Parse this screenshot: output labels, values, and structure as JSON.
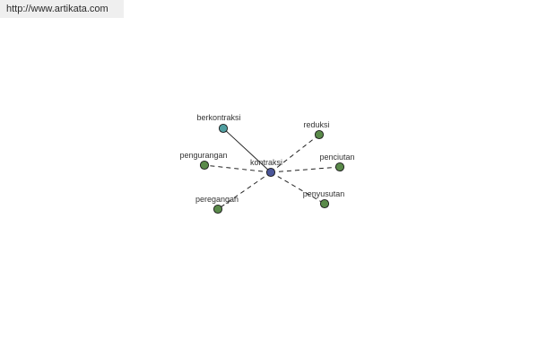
{
  "source_url": "http://www.artikata.com",
  "graph": {
    "center": {
      "label": "kontraksi",
      "color": "#4b5699"
    },
    "nodes": [
      {
        "label": "berkontraksi",
        "color": "#4f9ea0",
        "relation": "solid"
      },
      {
        "label": "reduksi",
        "color": "#5a8a4a",
        "relation": "dashed"
      },
      {
        "label": "pengurangan",
        "color": "#5a8a4a",
        "relation": "dashed"
      },
      {
        "label": "penciutan",
        "color": "#5a8a4a",
        "relation": "dashed"
      },
      {
        "label": "peregangan",
        "color": "#5a8a4a",
        "relation": "dashed"
      },
      {
        "label": "penyusutan",
        "color": "#5a8a4a",
        "relation": "dashed"
      }
    ]
  }
}
